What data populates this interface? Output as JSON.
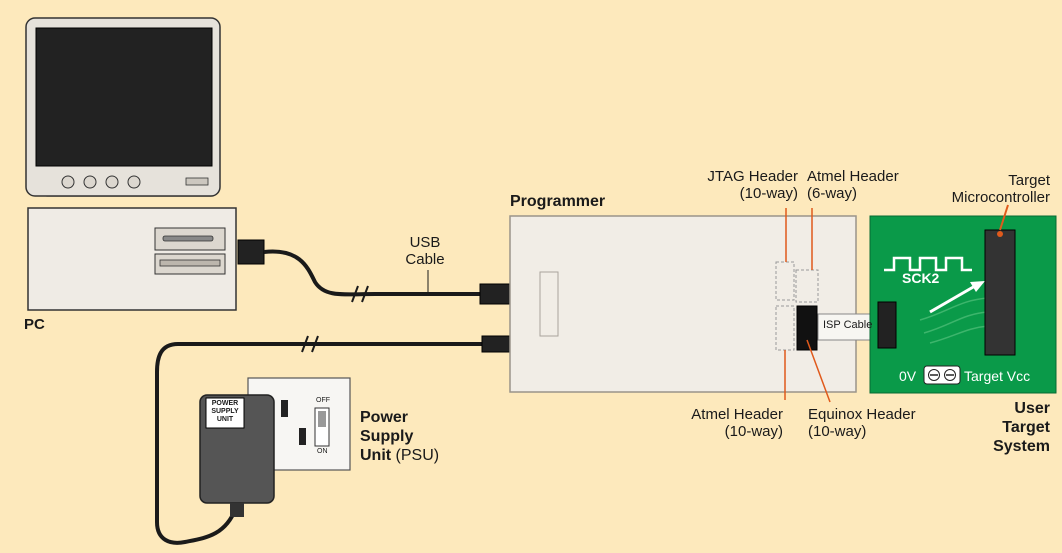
{
  "labels": {
    "pc": "PC",
    "usb_cable_l1": "USB",
    "usb_cable_l2": "Cable",
    "programmer": "Programmer",
    "jtag_header_l1": "JTAG Header",
    "jtag_header_l2": "(10-way)",
    "atmel_header6_l1": "Atmel Header",
    "atmel_header6_l2": "(6-way)",
    "target_mcu_l1": "Target",
    "target_mcu_l2": "Microcontroller",
    "sck2": "SCK2",
    "isp_cable": "ISP Cable",
    "zero_v": "0V",
    "target_vcc": "Target Vcc",
    "atmel_header10_l1": "Atmel Header",
    "atmel_header10_l2": "(10-way)",
    "equinox_header_l1": "Equinox Header",
    "equinox_header_l2": "(10-way)",
    "user_target_l1": "User",
    "user_target_l2": "Target",
    "user_target_l3": "System",
    "psu_l1": "Power",
    "psu_l2": "Supply",
    "psu_l3_bold": "Unit",
    "psu_l3_rest": " (PSU)",
    "psu_sticker_l1": "POWER",
    "psu_sticker_l2": "SUPPLY",
    "psu_sticker_l3": "UNIT",
    "switch_off": "OFF",
    "switch_on": "ON"
  },
  "colors": {
    "background": "#fde9bc",
    "programmer_box": "#f1ede6",
    "target_board": "#0a9a49",
    "cable": "#1a1a1a"
  }
}
